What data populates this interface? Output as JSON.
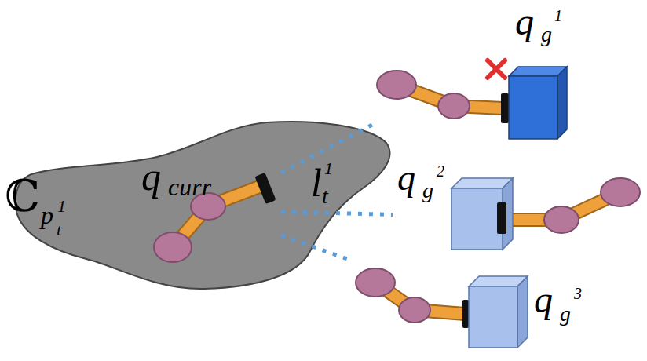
{
  "diagram": {
    "nodes": [
      {
        "text": [
          "ℂ",
          "p",
          "t",
          "1"
        ]
      },
      {
        "text": [
          "q",
          "curr"
        ],
        "in": 0
      },
      {
        "text": [
          "q",
          "g",
          "1"
        ]
      },
      {
        "text": [
          "q",
          "g",
          "2"
        ]
      },
      {
        "text": [
          "q",
          "g",
          "3"
        ]
      }
    ],
    "edges": [
      {
        "from": 1,
        "to": 2,
        "arrow": "none"
      },
      {
        "from": 1,
        "to": 3,
        "arrow": "none"
      },
      {
        "from": 1,
        "to": 4,
        "arrow": "none"
      }
    ],
    "labels": [
      "l",
      "t",
      "1"
    ]
  }
}
